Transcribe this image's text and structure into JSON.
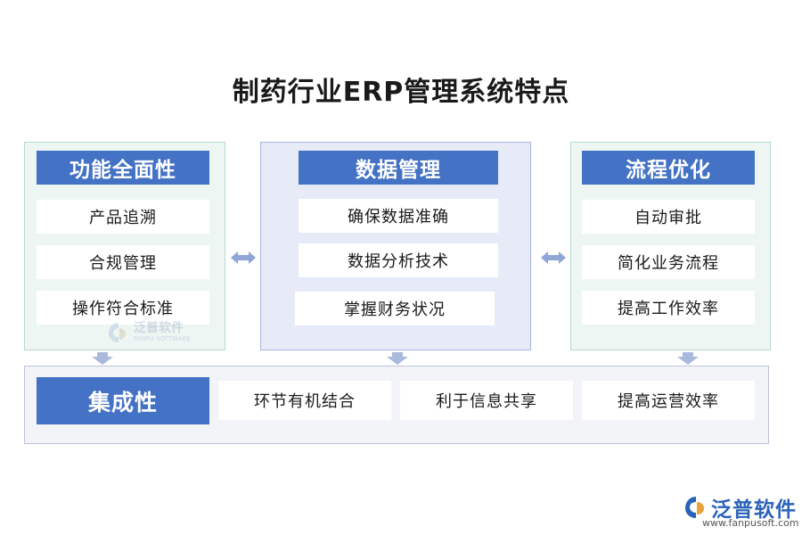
{
  "title": "制药行业ERP管理系统特点",
  "columns": [
    {
      "header": "功能全面性",
      "items": [
        "产品追溯",
        "合规管理",
        "操作符合标准"
      ]
    },
    {
      "header": "数据管理",
      "items": [
        "确保数据准确",
        "数据分析技术",
        "掌握财务状况"
      ]
    },
    {
      "header": "流程优化",
      "items": [
        "自动审批",
        "简化业务流程",
        "提高工作效率"
      ]
    }
  ],
  "integration": {
    "header": "集成性",
    "items": [
      "环节有机结合",
      "利于信息共享",
      "提高运营效率"
    ]
  },
  "watermark": {
    "cn": "泛普软件",
    "en": "FANPU SOFTWARE"
  },
  "brand": {
    "name": "泛普软件",
    "url": "www.fanpusoft.com"
  },
  "colors": {
    "header_blue": "#4472c4",
    "panel_green": "#eef6f4",
    "panel_blue": "#e6ebf7",
    "arrow": "#8fa6d6",
    "brand_blue": "#2b63b8"
  },
  "icons": [
    "bidirectional-arrow-icon",
    "down-arrow-icon",
    "fanpu-logo-icon"
  ]
}
